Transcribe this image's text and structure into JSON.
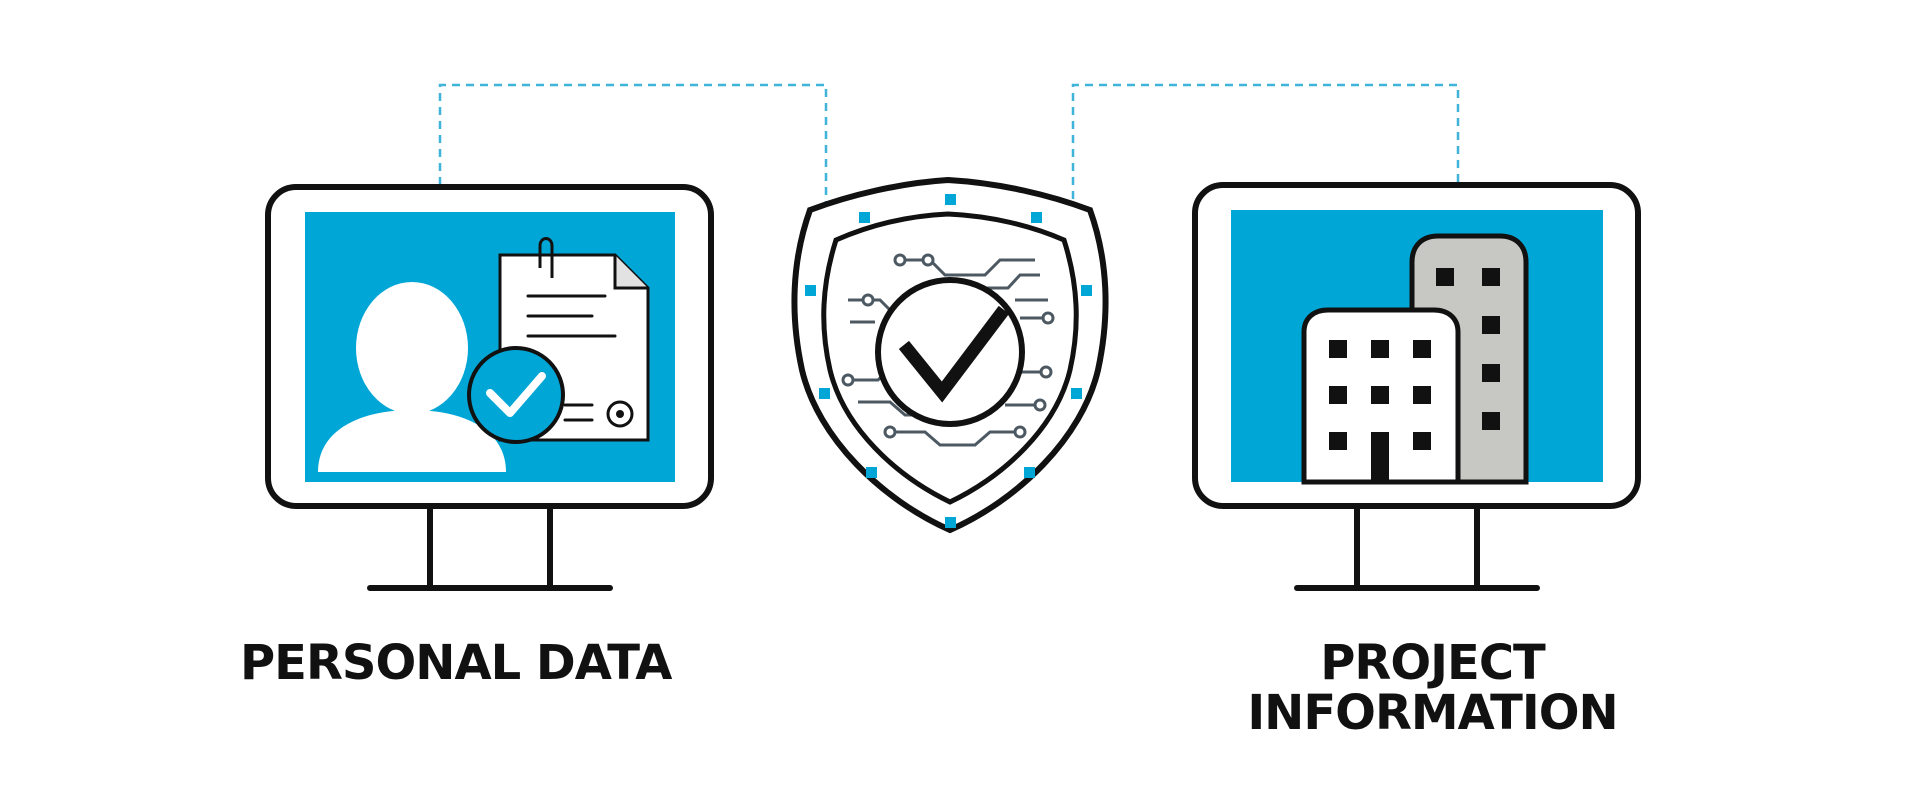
{
  "labels": {
    "personal": "PERSONAL DATA",
    "project_line1": "PROJECT",
    "project_line2": "INFORMATION"
  },
  "icons": {
    "left": "monitor-person-document-icon",
    "center": "shield-checkmark-circuit-icon",
    "right": "monitor-buildings-icon"
  },
  "colors": {
    "accent": "#00a6d6",
    "outline": "#111111",
    "circuit": "#4d5962",
    "building_gray": "#c7c7c4"
  }
}
